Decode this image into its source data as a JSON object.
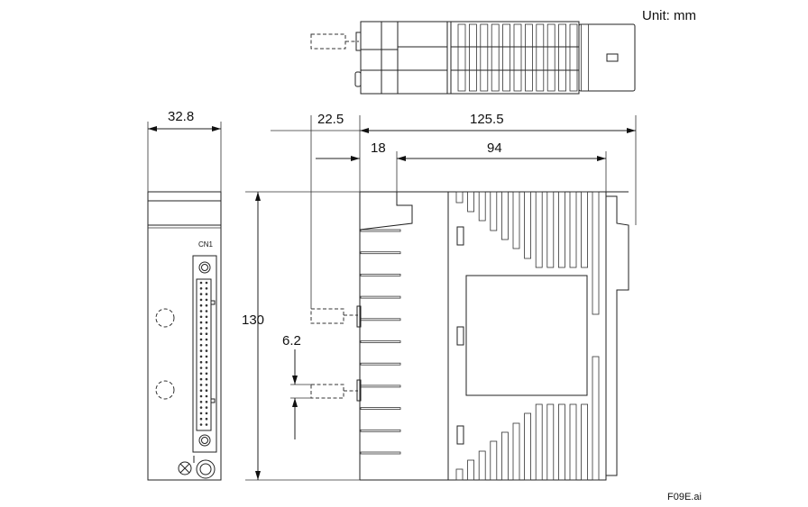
{
  "unit_label": "Unit: mm",
  "figure_id": "F09E.ai",
  "front_view": {
    "connector_label": "CN1"
  },
  "dimensions": {
    "width_front": "32.8",
    "height": "130",
    "rear_offset": "22.5",
    "depth_total": "125.5",
    "front_depth": "18",
    "body_depth": "94",
    "pitch": "6.2"
  }
}
